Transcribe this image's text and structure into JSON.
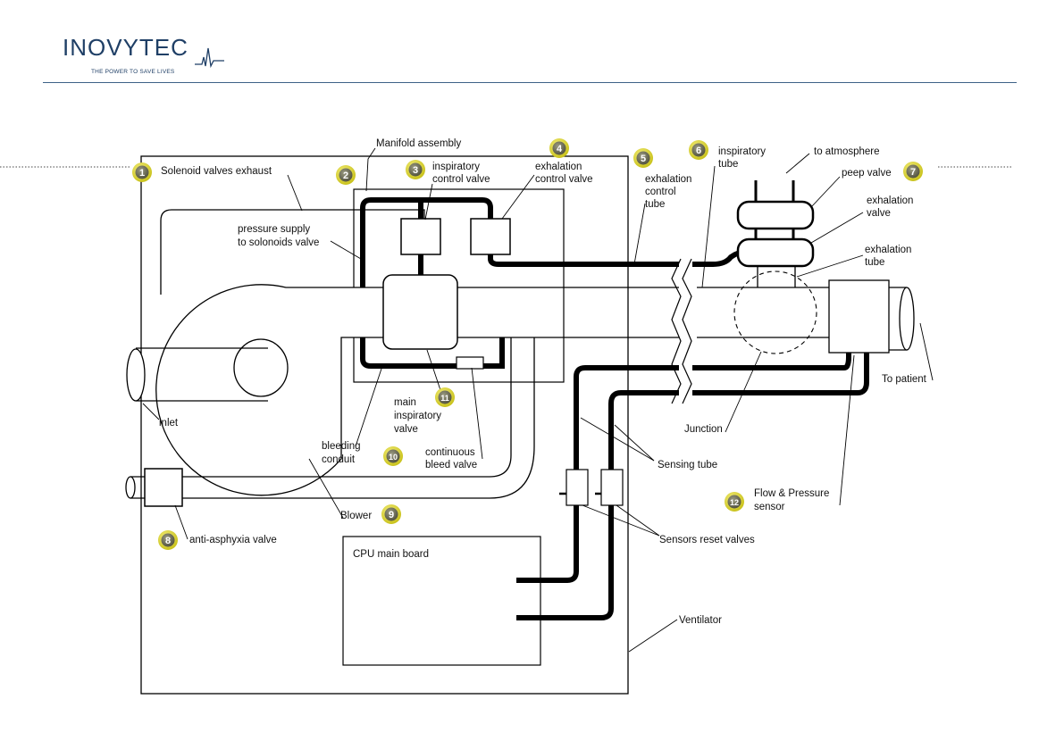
{
  "header": {
    "brand": "INOVYTEC",
    "tagline": "THE POWER TO SAVE LIVES"
  },
  "colors": {
    "brand": "#1f3f66",
    "badge_outer": "#e8e23a",
    "badge_inner": "#6b6b55",
    "ink": "#000000"
  },
  "labels": {
    "solenoid_exhaust": "Solenoid valves exhaust",
    "manifold": "Manifold assembly",
    "insp_ctrl_1": "inspiratory",
    "insp_ctrl_2": "control valve",
    "exh_ctrl_1": "exhalation",
    "exh_ctrl_2": "control valve",
    "exh_tube_1": "exhalation",
    "exh_tube_2": "control",
    "exh_tube_3": "tube",
    "insp_tube_1": "inspiratory",
    "insp_tube_2": "tube",
    "atmosphere": "to atmosphere",
    "peep": "peep valve",
    "exh_valve_1": "exhalation",
    "exh_valve_2": "valve",
    "exh_tube2_1": "exhalation",
    "exh_tube2_2": "tube",
    "pressure_1": "pressure supply",
    "pressure_2": "to solonoids valve",
    "to_patient": "To patient",
    "inlet": "inlet",
    "main_insp_1": "main",
    "main_insp_2": "inspiratory",
    "main_insp_3": "valve",
    "bleed_1": "bleeding",
    "bleed_2": "conduit",
    "cont_bleed_1": "continuous",
    "cont_bleed_2": "bleed valve",
    "junction": "Junction",
    "sensing": "Sensing tube",
    "flow_1": "Flow & Pressure",
    "flow_2": "sensor",
    "blower": "Blower",
    "anti": "anti-asphyxia valve",
    "reset": "Sensors reset valves",
    "cpu": "CPU main board",
    "ventilator": "Ventilator"
  },
  "badges": {
    "b1": "1",
    "b2": "2",
    "b3": "3",
    "b4": "4",
    "b5": "5",
    "b6": "6",
    "b7": "7",
    "b8": "8",
    "b9": "9",
    "b10": "10",
    "b11": "11",
    "b12": "12"
  }
}
